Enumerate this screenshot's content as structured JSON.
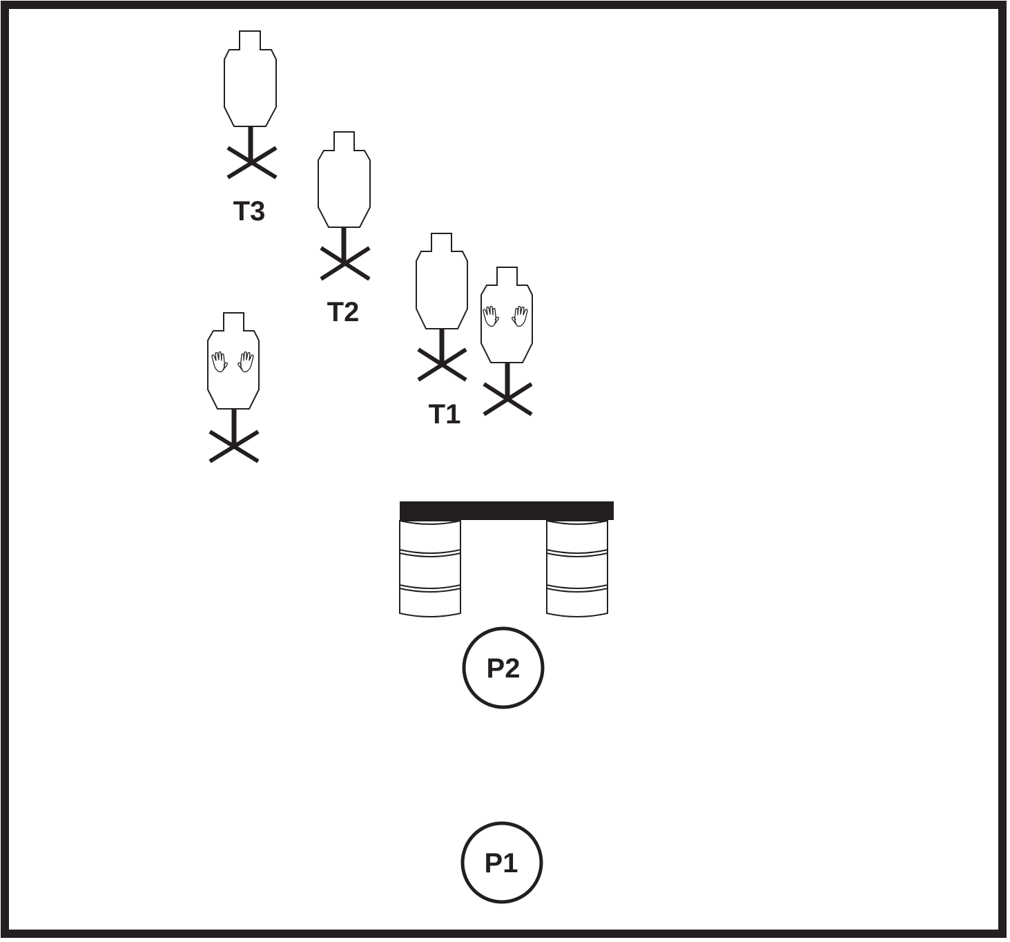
{
  "diagram": {
    "colors": {
      "ink": "#231f20",
      "paper": "#ffffff"
    },
    "targets": [
      {
        "label": "T3",
        "kind": "shoot-target"
      },
      {
        "label": "T2",
        "kind": "shoot-target"
      },
      {
        "label": "T1",
        "kind": "shoot-target"
      },
      {
        "label": "",
        "kind": "no-shoot-target",
        "icon": "hands-icon"
      },
      {
        "label": "",
        "kind": "no-shoot-target",
        "icon": "hands-icon"
      }
    ],
    "positions": [
      {
        "label": "P2"
      },
      {
        "label": "P1"
      }
    ],
    "props": [
      {
        "kind": "barricade-board"
      },
      {
        "kind": "barrel"
      },
      {
        "kind": "barrel"
      }
    ]
  }
}
